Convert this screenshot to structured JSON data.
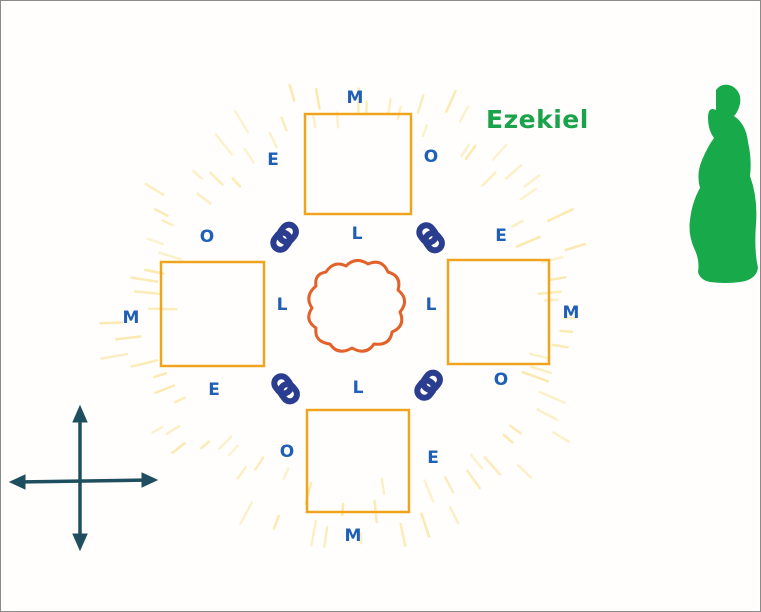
{
  "colors": {
    "square": "#f0a31f",
    "letter": "#1f5fb5",
    "ring": "#2a3d8f",
    "cloud": "#e2622a",
    "figure": "#17a94a",
    "name": "#1aa34a",
    "arrows": "#1f4f5f",
    "glow": "#fbe7a6"
  },
  "figure_name": "Ezekiel",
  "letters": {
    "top": {
      "top": "M",
      "left": "E",
      "right": "O"
    },
    "left": {
      "top": "O",
      "left": "M",
      "bottom": "E"
    },
    "right": {
      "top": "E",
      "right": "M",
      "bottom": "O"
    },
    "bottom": {
      "left": "O",
      "right": "E",
      "bottom": "M"
    },
    "inner": {
      "top": "L",
      "left": "L",
      "right": "L",
      "bottom": "L"
    }
  },
  "icons": {
    "rings": "chain-link-icon",
    "cloud": "cloud-icon",
    "figure": "standing-figure-icon",
    "arrows": "four-direction-arrows-icon"
  }
}
